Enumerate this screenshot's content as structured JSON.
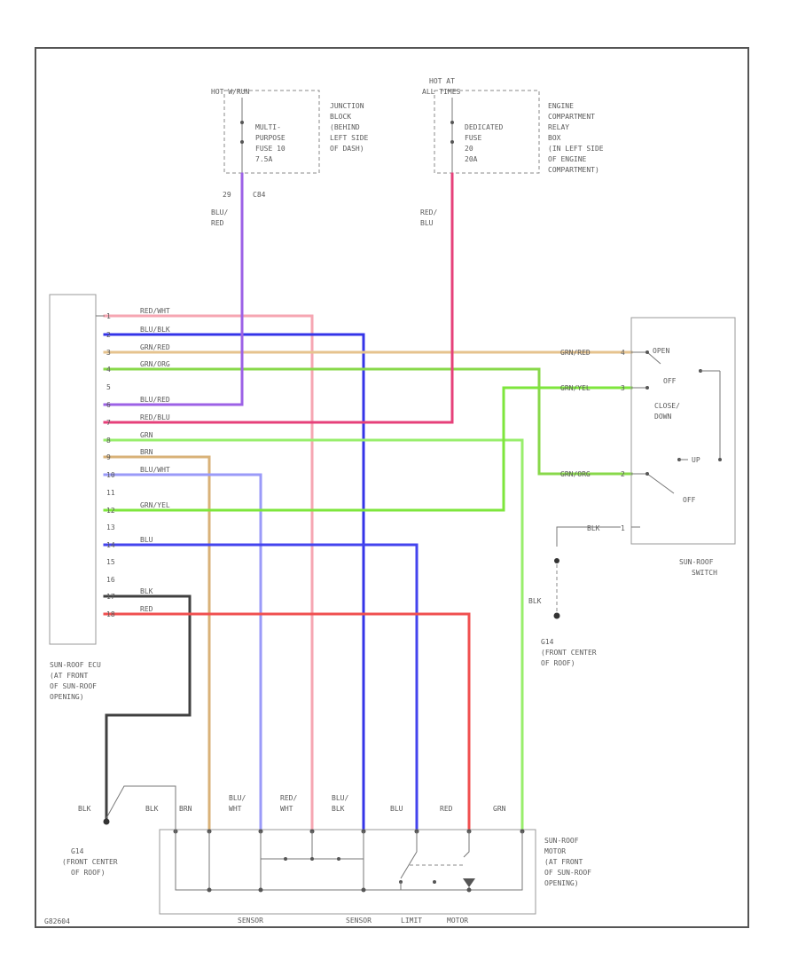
{
  "colors": {
    "red_wht": "#f6a6b2",
    "blu_blk": "#3434e8",
    "grn_red": "#e6c38e",
    "grn_org": "#88d84a",
    "blu_red": "#9c62e6",
    "red_blu": "#e6407a",
    "grn": "#98ee6c",
    "brn": "#d9b278",
    "blu_wht": "#9a9af8",
    "grn_yel": "#7ee63c",
    "blu": "#4444ee",
    "blk": "#404040",
    "red": "#f05050"
  },
  "fuse_left": {
    "hot_label": "HOT W/RUN",
    "fuse_text": [
      "MULTI-",
      "PURPOSE",
      "FUSE 10",
      "7.5A"
    ],
    "location_text": [
      "JUNCTION",
      "BLOCK",
      "(BEHIND",
      "LEFT SIDE",
      "OF DASH)"
    ],
    "pin_left": "29",
    "pin_right": "C84",
    "wire_color": [
      "BLU/",
      "RED"
    ]
  },
  "fuse_right": {
    "hot_label": [
      "HOT AT",
      "ALL TIMES"
    ],
    "fuse_text": [
      "DEDICATED",
      "FUSE",
      "20",
      "20A"
    ],
    "location_text": [
      "ENGINE",
      "COMPARTMENT",
      "RELAY",
      "BOX",
      "(IN LEFT SIDE",
      "OF ENGINE",
      "COMPARTMENT)"
    ],
    "wire_color": [
      "RED/",
      "BLU"
    ]
  },
  "ecu": {
    "pins": [
      "1",
      "2",
      "3",
      "4",
      "5",
      "6",
      "7",
      "8",
      "9",
      "10",
      "11",
      "12",
      "13",
      "14",
      "15",
      "16",
      "17",
      "18"
    ],
    "wire_labels": [
      "RED/WHT",
      "BLU/BLK",
      "GRN/RED",
      "GRN/ORG",
      "",
      "BLU/RED",
      "RED/BLU",
      "GRN",
      "BRN",
      "BLU/WHT",
      "",
      "GRN/YEL",
      "",
      "BLU",
      "",
      "",
      "BLK",
      "RED"
    ],
    "caption": [
      "SUN-ROOF ECU",
      "(AT FRONT",
      "OF SUN-ROOF",
      "OPENING)"
    ]
  },
  "switch": {
    "wire_labels": [
      "GRN/RED",
      "GRN/YEL",
      "GRN/ORG",
      "BLK"
    ],
    "pins": [
      "4",
      "3",
      "2",
      "1"
    ],
    "positions": [
      "OPEN",
      "OFF",
      "CLOSE/",
      "DOWN",
      "UP",
      "OFF"
    ],
    "caption": [
      "SUN-ROOF",
      "SWITCH"
    ],
    "ground_wire": "BLK",
    "ground_id": "G14",
    "ground_caption": [
      "(FRONT CENTER",
      "OF ROOF)"
    ]
  },
  "motor": {
    "left_ground_wire": "BLK",
    "left_ground_id": "G14",
    "left_ground_caption": [
      "(FRONT CENTER",
      "OF ROOF)"
    ],
    "wire_labels": [
      [
        "BLK"
      ],
      [
        "BRN"
      ],
      [
        "BLU/",
        "WHT"
      ],
      [
        "RED/",
        "WHT"
      ],
      [
        "BLU/",
        "BLK"
      ],
      [
        "BLU"
      ],
      [
        "RED"
      ],
      [
        "GRN"
      ]
    ],
    "caption": [
      "SUN-ROOF",
      "MOTOR",
      "(AT FRONT",
      "OF SUN-ROOF",
      "OPENING)"
    ],
    "section_labels": [
      "SENSOR",
      "SENSOR",
      "LIMIT",
      "MOTOR"
    ]
  },
  "corner_code": "G82604"
}
